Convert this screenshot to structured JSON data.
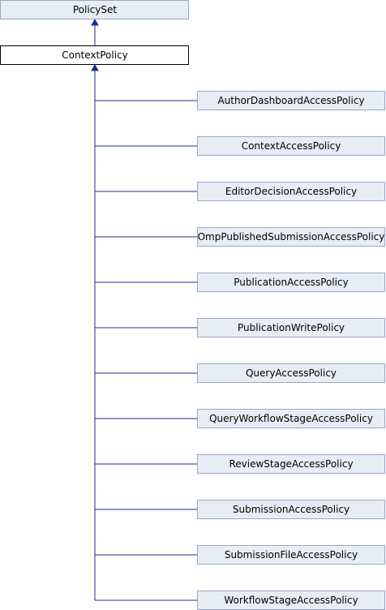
{
  "diagram": {
    "root": "PolicySet",
    "current": "ContextPolicy",
    "children": [
      "AuthorDashboardAccessPolicy",
      "ContextAccessPolicy",
      "EditorDecisionAccessPolicy",
      "OmpPublishedSubmissionAccessPolicy",
      "PublicationAccessPolicy",
      "PublicationWritePolicy",
      "QueryAccessPolicy",
      "QueryWorkflowStageAccessPolicy",
      "ReviewStageAccessPolicy",
      "SubmissionAccessPolicy",
      "SubmissionFileAccessPolicy",
      "WorkflowStageAccessPolicy"
    ],
    "colors": {
      "edge": "#1f2f8f",
      "node_fill": "#e8edf5",
      "node_border": "#98a8c8",
      "current_fill": "#ffffff",
      "current_border": "#000000"
    }
  }
}
